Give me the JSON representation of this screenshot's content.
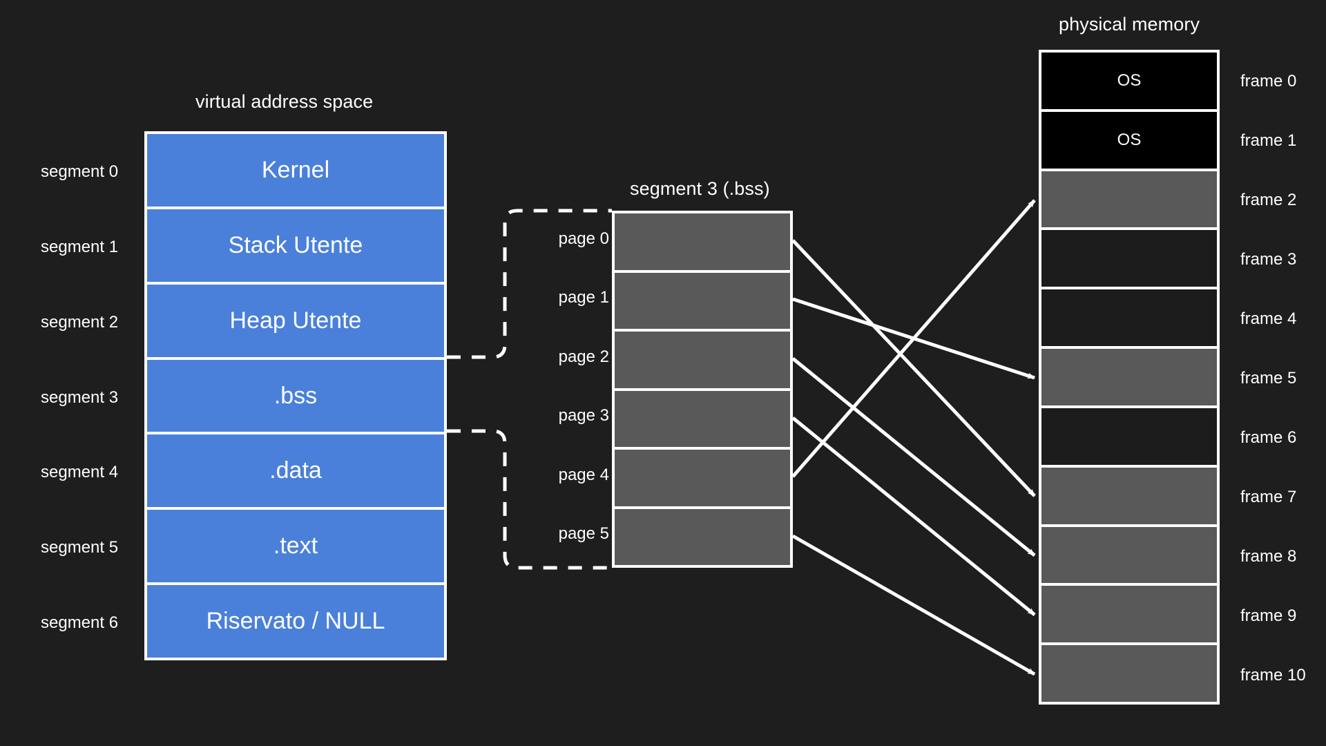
{
  "diagram": {
    "background_color": "#1e1e1e",
    "segment_color": "#4a80da",
    "page_color": "#595959",
    "frame_used_color": "#595959",
    "frame_free_color": "#1c1c1c",
    "frame_os_color": "#000000",
    "line_color": "#ffffff"
  },
  "virtual_address_space": {
    "title": "virtual address space",
    "segments": [
      {
        "label": "segment 0",
        "name": "Kernel"
      },
      {
        "label": "segment 1",
        "name": "Stack Utente"
      },
      {
        "label": "segment 2",
        "name": "Heap Utente"
      },
      {
        "label": "segment 3",
        "name": ".bss"
      },
      {
        "label": "segment 4",
        "name": ".data"
      },
      {
        "label": "segment 5",
        "name": ".text"
      },
      {
        "label": "segment 6",
        "name": "Riservato / NULL"
      }
    ]
  },
  "page_table": {
    "title": "segment 3 (.bss)",
    "pages": [
      {
        "label": "page 0"
      },
      {
        "label": "page 1"
      },
      {
        "label": "page 2"
      },
      {
        "label": "page 3"
      },
      {
        "label": "page 4"
      },
      {
        "label": "page 5"
      }
    ]
  },
  "physical_memory": {
    "title": "physical memory",
    "frames": [
      {
        "label": "frame 0",
        "content": "OS",
        "state": "os"
      },
      {
        "label": "frame 1",
        "content": "OS",
        "state": "os"
      },
      {
        "label": "frame 2",
        "content": "",
        "state": "used"
      },
      {
        "label": "frame 3",
        "content": "",
        "state": "free"
      },
      {
        "label": "frame 4",
        "content": "",
        "state": "free"
      },
      {
        "label": "frame 5",
        "content": "",
        "state": "used"
      },
      {
        "label": "frame 6",
        "content": "",
        "state": "free"
      },
      {
        "label": "frame 7",
        "content": "",
        "state": "used"
      },
      {
        "label": "frame 8",
        "content": "",
        "state": "used"
      },
      {
        "label": "frame 9",
        "content": "",
        "state": "used"
      },
      {
        "label": "frame 10",
        "content": "",
        "state": "used"
      }
    ]
  },
  "mappings": [
    {
      "from": "page 0",
      "to": "frame 7"
    },
    {
      "from": "page 1",
      "to": "frame 5"
    },
    {
      "from": "page 2",
      "to": "frame 8"
    },
    {
      "from": "page 3",
      "to": "frame 9"
    },
    {
      "from": "page 4",
      "to": "frame 2"
    },
    {
      "from": "page 5",
      "to": "frame 10"
    }
  ]
}
